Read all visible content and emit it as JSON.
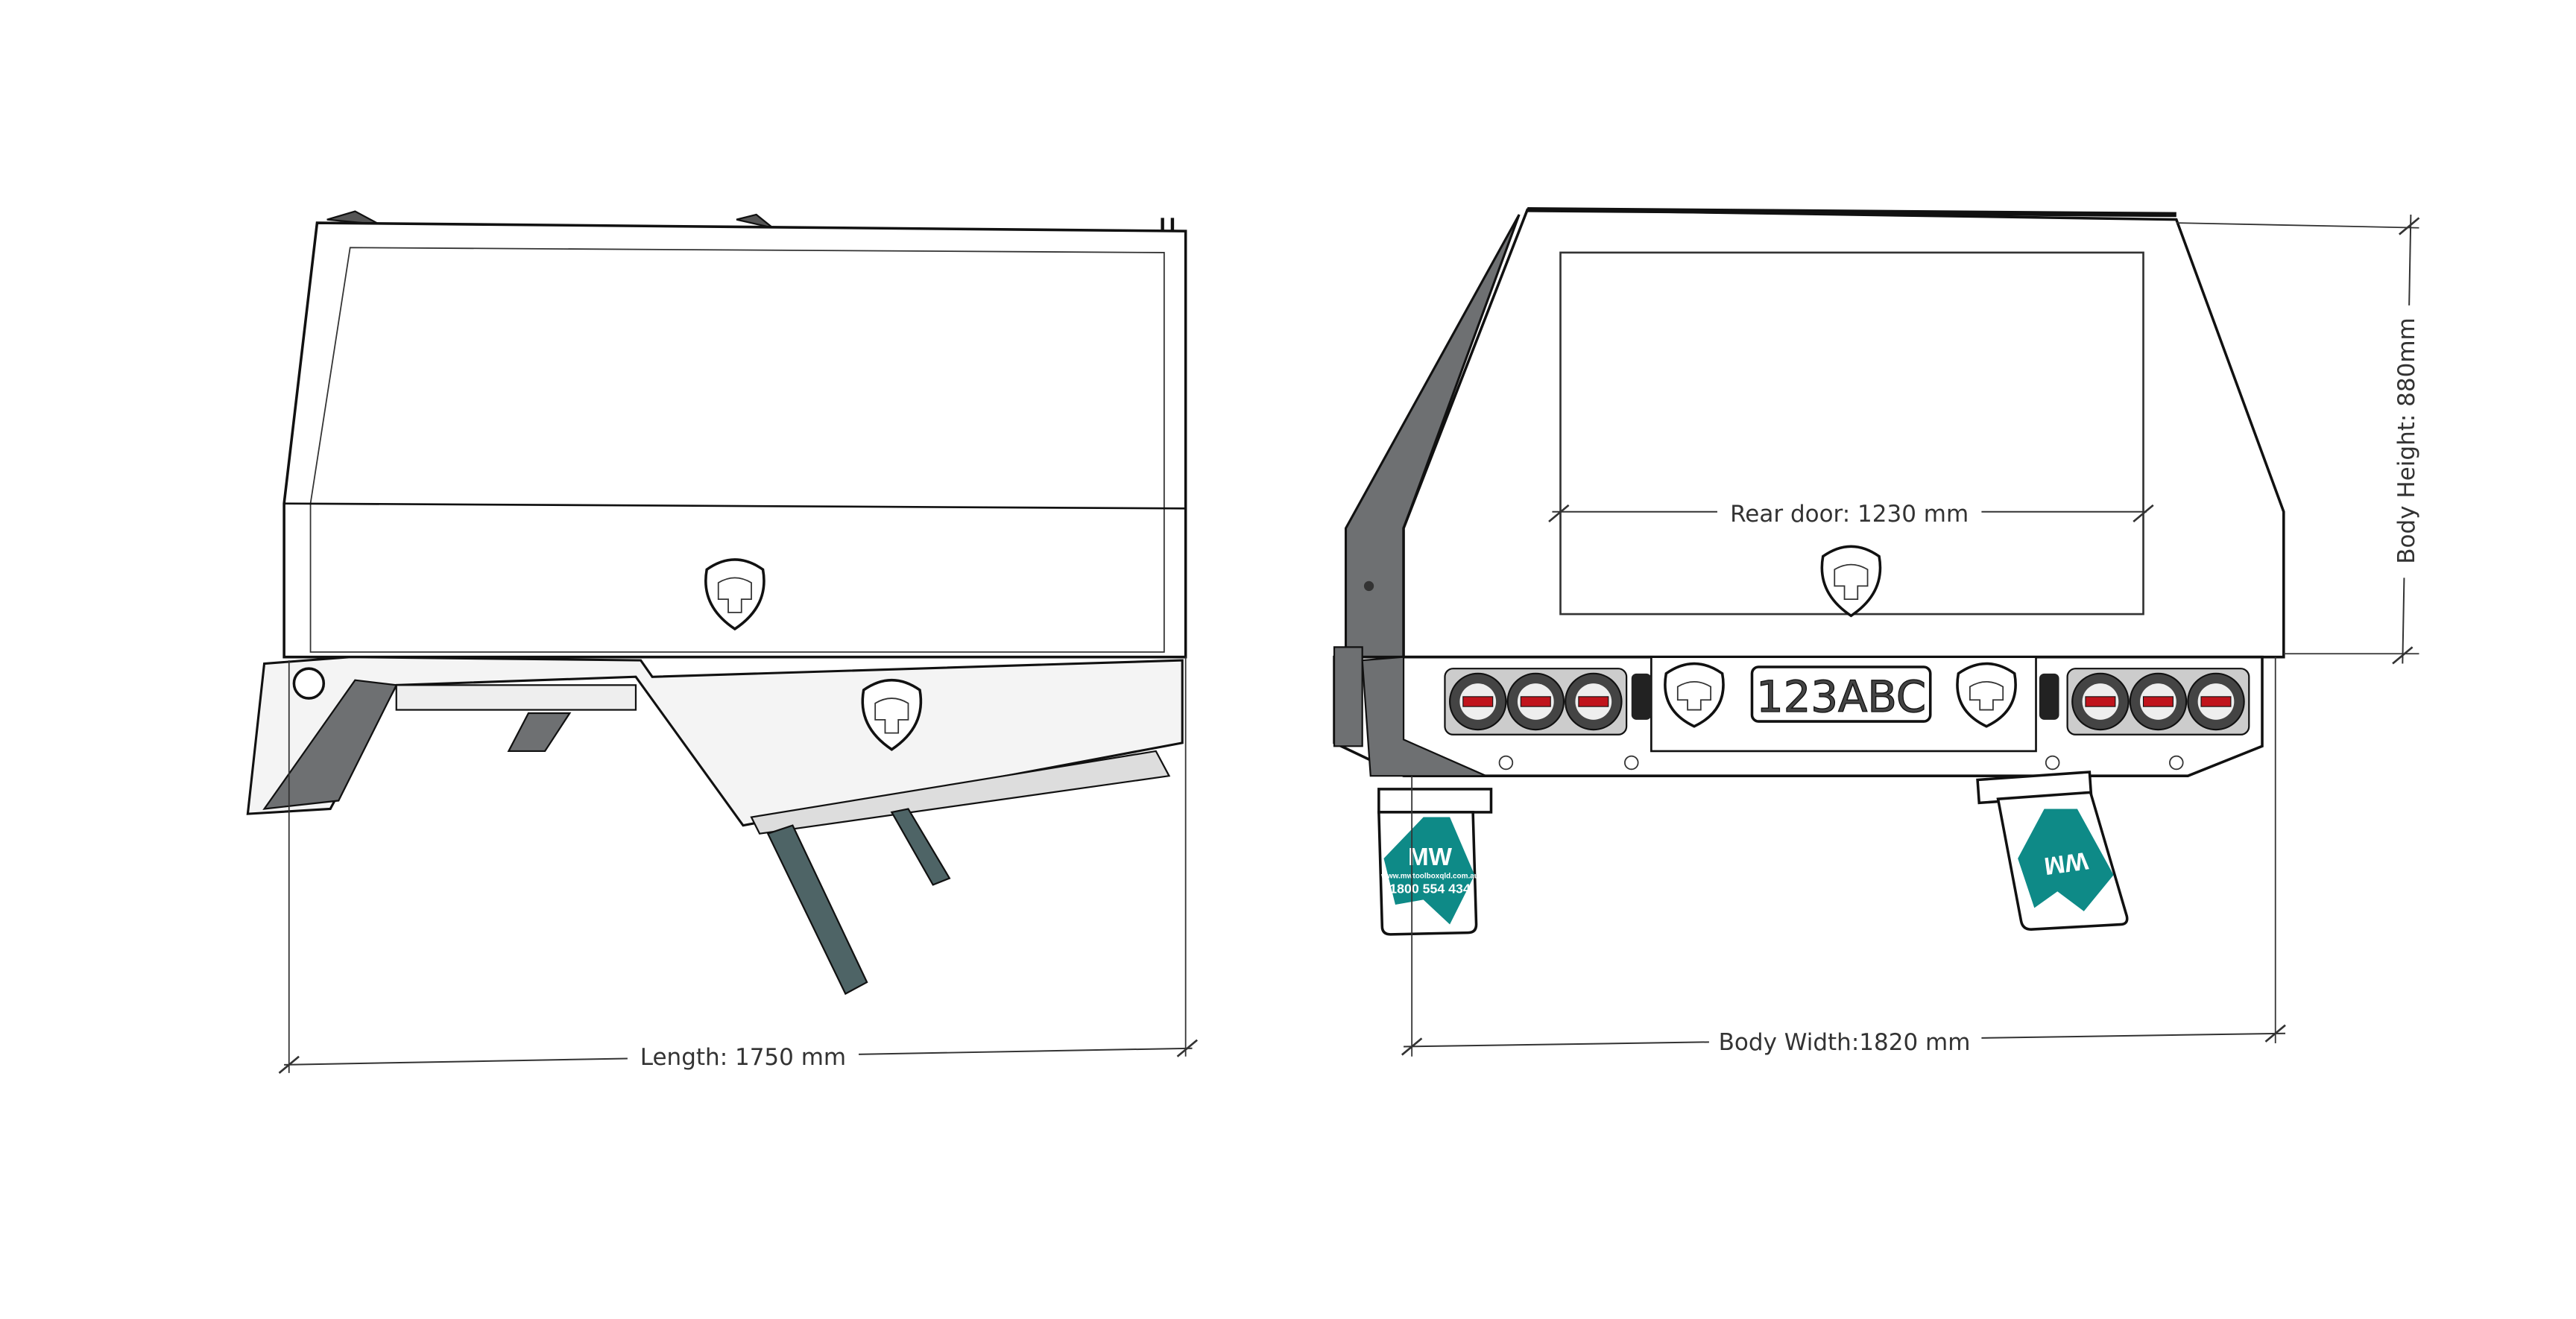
{
  "side_view": {
    "length_label": "Length: 1750 mm"
  },
  "rear_view": {
    "rear_door_label": "Rear door: 1230 mm",
    "body_width_label": "Body Width:1820 mm",
    "body_height_label": "Body Height: 880mm",
    "number_plate": "123ABC"
  },
  "mudflap": {
    "logo": "MW",
    "website": "www.mwtoolboxqld.com.au",
    "phone": "1800 554 434"
  },
  "colors": {
    "mudflap_teal": "#0e8a87",
    "light_red": "#c0141c",
    "panel_grey": "#6e7072"
  }
}
